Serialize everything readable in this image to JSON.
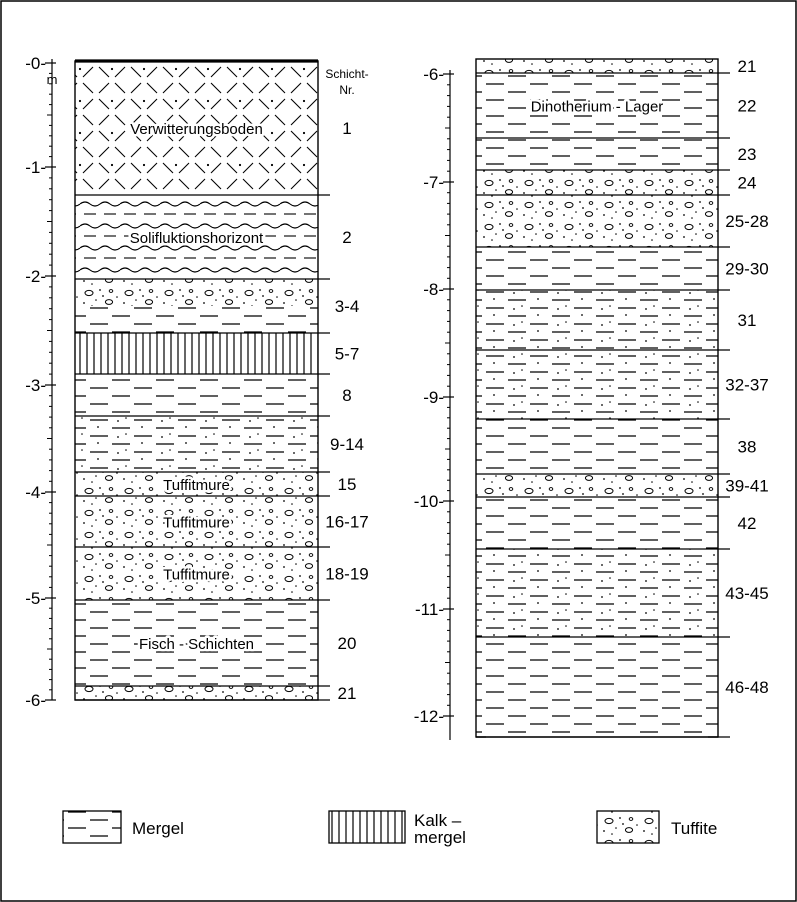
{
  "left_column": {
    "axis_labels": [
      "-0-",
      "-1-",
      "-2-",
      "-3-",
      "-4-",
      "-5-",
      "-6-"
    ],
    "unit": "m",
    "header_line1": "Schicht-",
    "header_line2": "Nr.",
    "layers": [
      {
        "number": "1",
        "name": "Verwitterungsboden",
        "pattern": "soil"
      },
      {
        "number": "2",
        "name": "Solifluktionshorizont",
        "pattern": "wavy"
      },
      {
        "number": "3-4",
        "name": "",
        "pattern": "tuffite-over-mergel"
      },
      {
        "number": "5-7",
        "name": "",
        "pattern": "kalkmergel"
      },
      {
        "number": "8",
        "name": "",
        "pattern": "mergel-kalk"
      },
      {
        "number": "9-14",
        "name": "",
        "pattern": "mergel-kalk-dots"
      },
      {
        "number": "15",
        "name": "Tuffitmure",
        "pattern": "tuffite"
      },
      {
        "number": "16-17",
        "name": "Tuffitmure",
        "pattern": "tuffite"
      },
      {
        "number": "18-19",
        "name": "Tuffitmure",
        "pattern": "tuffite"
      },
      {
        "number": "20",
        "name": "Fisch - Schichten",
        "pattern": "mergel"
      },
      {
        "number": "21",
        "name": "",
        "pattern": "tuffite"
      }
    ]
  },
  "right_column": {
    "axis_labels": [
      "-6-",
      "-7-",
      "-8-",
      "-9-",
      "-10-",
      "-11-",
      "-12-"
    ],
    "layers": [
      {
        "number": "21",
        "name": "",
        "pattern": "tuffite"
      },
      {
        "number": "22",
        "name": "Dinotherium - Lager",
        "pattern": "mergel"
      },
      {
        "number": "23",
        "name": "",
        "pattern": "mergel"
      },
      {
        "number": "24",
        "name": "",
        "pattern": "tuffite"
      },
      {
        "number": "25-28",
        "name": "",
        "pattern": "tuffite"
      },
      {
        "number": "29-30",
        "name": "",
        "pattern": "mergel"
      },
      {
        "number": "31",
        "name": "",
        "pattern": "mergel-dots"
      },
      {
        "number": "32-37",
        "name": "",
        "pattern": "mergel-dots"
      },
      {
        "number": "38",
        "name": "",
        "pattern": "mergel"
      },
      {
        "number": "39-41",
        "name": "",
        "pattern": "tuffite"
      },
      {
        "number": "42",
        "name": "",
        "pattern": "mergel"
      },
      {
        "number": "43-45",
        "name": "",
        "pattern": "mergel-dots"
      },
      {
        "number": "46-48",
        "name": "",
        "pattern": "mergel"
      }
    ]
  },
  "legend": {
    "mergel": "Mergel",
    "kalkmergel_line1": "Kalk –",
    "kalkmergel_line2": "mergel",
    "tuffite": "Tuffite"
  }
}
